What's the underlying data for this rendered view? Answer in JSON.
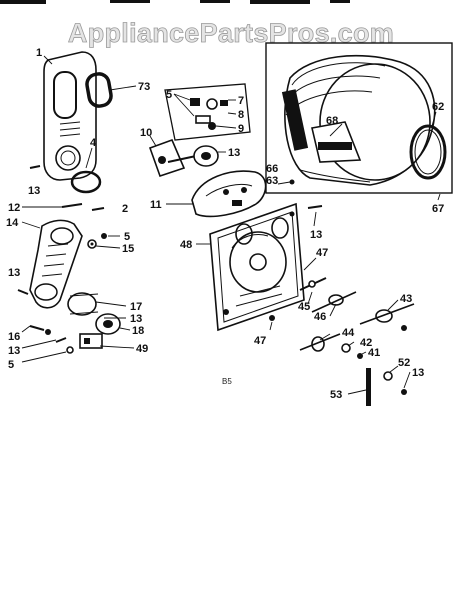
{
  "watermark": "AppliancePartsPros.com",
  "page_code": "B5",
  "labels": {
    "l1": "1",
    "l73": "73",
    "l4": "4",
    "l13a": "13",
    "l5a": "5",
    "l7": "7",
    "l8": "8",
    "l9": "9",
    "l10": "10",
    "l13b": "13",
    "l11": "11",
    "l68": "68",
    "l62": "62",
    "l66": "66",
    "l63": "63",
    "l67": "67",
    "l12": "12",
    "l2": "2",
    "l14": "14",
    "l5b": "5",
    "l15": "15",
    "l48": "48",
    "l13c": "13",
    "l47a": "47",
    "l13d": "13",
    "l17": "17",
    "l13e": "13",
    "l18": "18",
    "l16": "16",
    "l13f": "13",
    "l5c": "5",
    "l49": "49",
    "l43": "43",
    "l45": "45",
    "l46": "46",
    "l44": "44",
    "l47b": "47",
    "l42": "42",
    "l41": "41",
    "l52": "52",
    "l13g": "13",
    "l53": "53"
  }
}
